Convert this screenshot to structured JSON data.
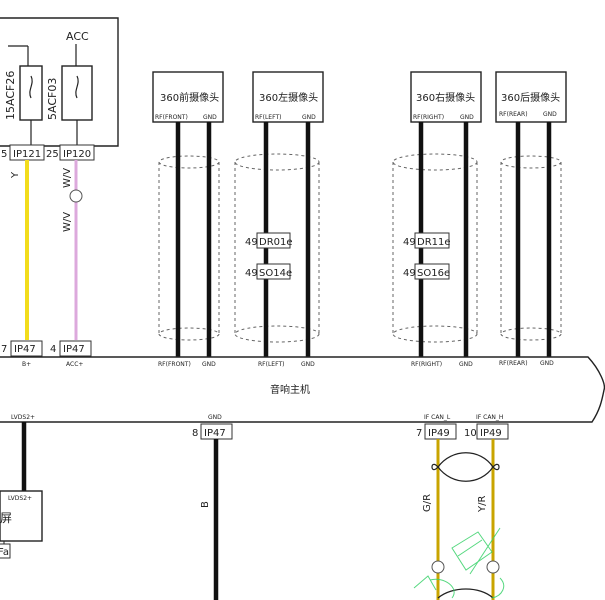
{
  "power": {
    "acc_label": "ACC",
    "fuse_left": "15ACF26",
    "fuse_right": "5ACF03",
    "pin_left": "5",
    "conn_left": "IP121",
    "pin_right": "25",
    "conn_right": "IP120",
    "wire_left_color": "Y",
    "wire_right_color_1": "W/V",
    "wire_right_color_2": "W/V"
  },
  "cameras": [
    {
      "title": "360前摄像头",
      "pin_rf": "RF(FRONT)",
      "pin_gnd": "GND"
    },
    {
      "title": "360左摄像头",
      "pin_rf": "RF(LEFT)",
      "pin_gnd": "GND"
    },
    {
      "title": "360右摄像头",
      "pin_rf": "RF(RIGHT)",
      "pin_gnd": "GND"
    },
    {
      "title": "360后摄像头",
      "pin_rf": "RF(REAR)",
      "pin_gnd": "GND"
    }
  ],
  "splices": [
    {
      "pin": "49",
      "label": "DR01e"
    },
    {
      "pin": "49",
      "label": "SO14e"
    },
    {
      "pin": "49",
      "label": "DR11e"
    },
    {
      "pin": "49",
      "label": "SO16e"
    }
  ],
  "head_unit": {
    "title": "音响主机",
    "top_pins": [
      {
        "pin": "7",
        "conn": "IP47",
        "label": "B+"
      },
      {
        "pin": "4",
        "conn": "IP47",
        "label": "ACC+"
      }
    ],
    "camera_pins": [
      "RF(FRONT)",
      "GND",
      "RF(LEFT)",
      "GND",
      "RF(RIGHT)",
      "GND",
      "RF(REAR)",
      "GND"
    ],
    "bottom_pins": [
      {
        "label": "LVDS2+"
      },
      {
        "label": "GND",
        "pin": "8",
        "conn": "IP47"
      },
      {
        "label": "IF CAN_L",
        "pin": "7",
        "conn": "IP49"
      },
      {
        "label": "IF CAN_H",
        "pin": "10",
        "conn": "IP49"
      }
    ]
  },
  "bottom_wires": {
    "gnd_color": "B",
    "can_l_color": "G/R",
    "can_h_color": "Y/R"
  },
  "display": {
    "pin_label": "LVDS2+",
    "title": "屏",
    "conn": "Fa"
  },
  "colors": {
    "wire_yellow": "#f2dc1c",
    "wire_pink": "#dca9dc",
    "wire_black": "#111111",
    "wire_gold": "#c9a400",
    "highlight_green": "#39d26a"
  }
}
